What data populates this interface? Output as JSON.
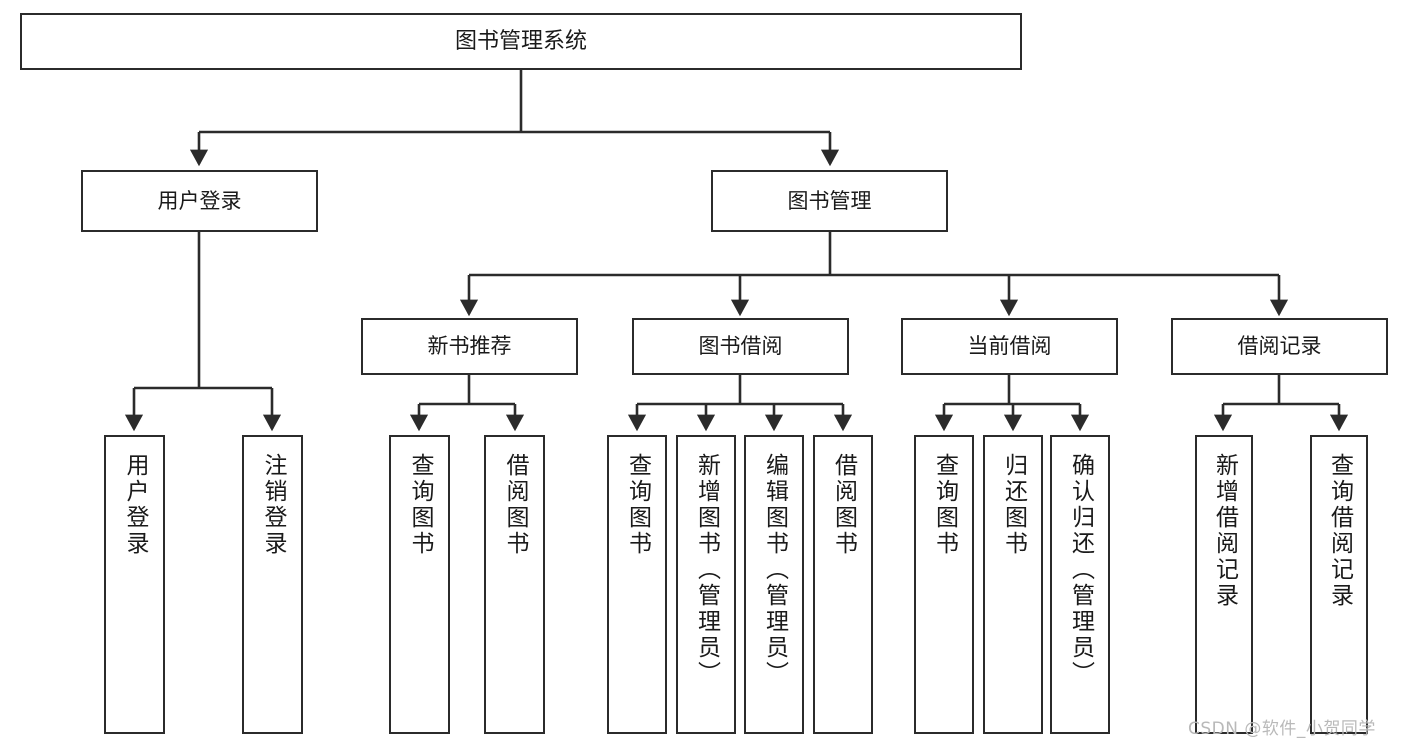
{
  "diagram": {
    "title": "图书管理系统",
    "type": "tree",
    "orientation": "top-down",
    "colors": {
      "box_border": "#2b2b2b",
      "box_fill": "#ffffff",
      "edge": "#2b2b2b",
      "text": "#1a1a1a",
      "watermark": "#b9b9b9",
      "background": "#ffffff"
    },
    "levels": [
      {
        "level": 1,
        "nodes": [
          {
            "id": "root",
            "label": "图书管理系统",
            "text_orientation": "horizontal"
          }
        ]
      },
      {
        "level": 2,
        "nodes": [
          {
            "id": "login",
            "label": "用户登录",
            "parent": "root",
            "text_orientation": "horizontal"
          },
          {
            "id": "bookmgmt",
            "label": "图书管理",
            "parent": "root",
            "text_orientation": "horizontal"
          }
        ]
      },
      {
        "level": 3,
        "nodes": [
          {
            "id": "newbook",
            "label": "新书推荐",
            "parent": "bookmgmt",
            "text_orientation": "horizontal"
          },
          {
            "id": "borrow",
            "label": "图书借阅",
            "parent": "bookmgmt",
            "text_orientation": "horizontal"
          },
          {
            "id": "current",
            "label": "当前借阅",
            "parent": "bookmgmt",
            "text_orientation": "horizontal"
          },
          {
            "id": "record",
            "label": "借阅记录",
            "parent": "bookmgmt",
            "text_orientation": "horizontal"
          }
        ]
      },
      {
        "level": 4,
        "nodes": [
          {
            "id": "leaf1",
            "label": "用户登录",
            "parent": "login",
            "text_orientation": "vertical"
          },
          {
            "id": "leaf2",
            "label": "注销登录",
            "parent": "login",
            "text_orientation": "vertical"
          },
          {
            "id": "leaf3",
            "label": "查询图书",
            "parent": "newbook",
            "text_orientation": "vertical"
          },
          {
            "id": "leaf4",
            "label": "借阅图书",
            "parent": "newbook",
            "text_orientation": "vertical"
          },
          {
            "id": "leaf5",
            "label": "查询图书",
            "parent": "borrow",
            "text_orientation": "vertical"
          },
          {
            "id": "leaf6",
            "label": "新增图书（管理员）",
            "parent": "borrow",
            "text_orientation": "vertical"
          },
          {
            "id": "leaf7",
            "label": "编辑图书（管理员）",
            "parent": "borrow",
            "text_orientation": "vertical"
          },
          {
            "id": "leaf8",
            "label": "借阅图书",
            "parent": "borrow",
            "text_orientation": "vertical"
          },
          {
            "id": "leaf9",
            "label": "查询图书",
            "parent": "current",
            "text_orientation": "vertical"
          },
          {
            "id": "leaf10",
            "label": "归还图书",
            "parent": "current",
            "text_orientation": "vertical"
          },
          {
            "id": "leaf11",
            "label": "确认归还（管理员）",
            "parent": "current",
            "text_orientation": "vertical"
          },
          {
            "id": "leaf12",
            "label": "新增借阅记录",
            "parent": "record",
            "text_orientation": "vertical"
          },
          {
            "id": "leaf13",
            "label": "查询借阅记录",
            "parent": "record",
            "text_orientation": "vertical"
          }
        ]
      }
    ]
  },
  "watermark": {
    "text": "CSDN @软件_小贺同学"
  }
}
